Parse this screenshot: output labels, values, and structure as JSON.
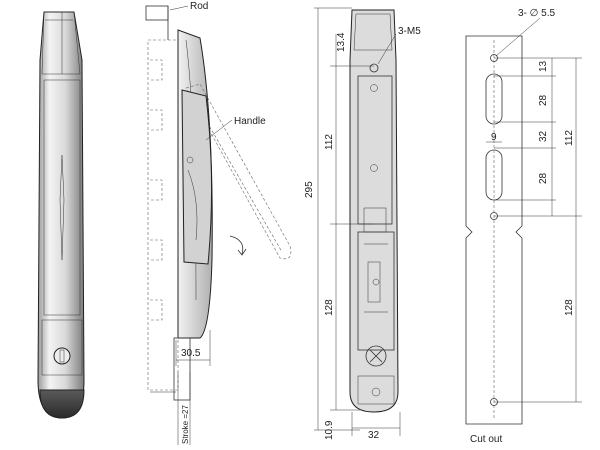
{
  "labels": {
    "rod": "Rod",
    "handle": "Handle",
    "m5": "3-M5",
    "hole": "3- ∅ 5.5",
    "cutout": "Cut out",
    "stroke": "Stroke =27"
  },
  "dimensions": {
    "d13_4": "13.4",
    "d112_left": "112",
    "d295": "295",
    "d128_left": "128",
    "d10_9": "10.9",
    "d32_bottom": "32",
    "d30_5": "30.5",
    "d13": "13",
    "d28_top": "28",
    "d9": "9",
    "d32_right": "32",
    "d28_bottom": "28",
    "d112_right": "112",
    "d128_right": "128"
  },
  "colors": {
    "metal_light": "#e8e8e8",
    "metal_mid": "#bdbdbd",
    "metal_dark": "#6e6e6e",
    "outline": "#222222"
  }
}
